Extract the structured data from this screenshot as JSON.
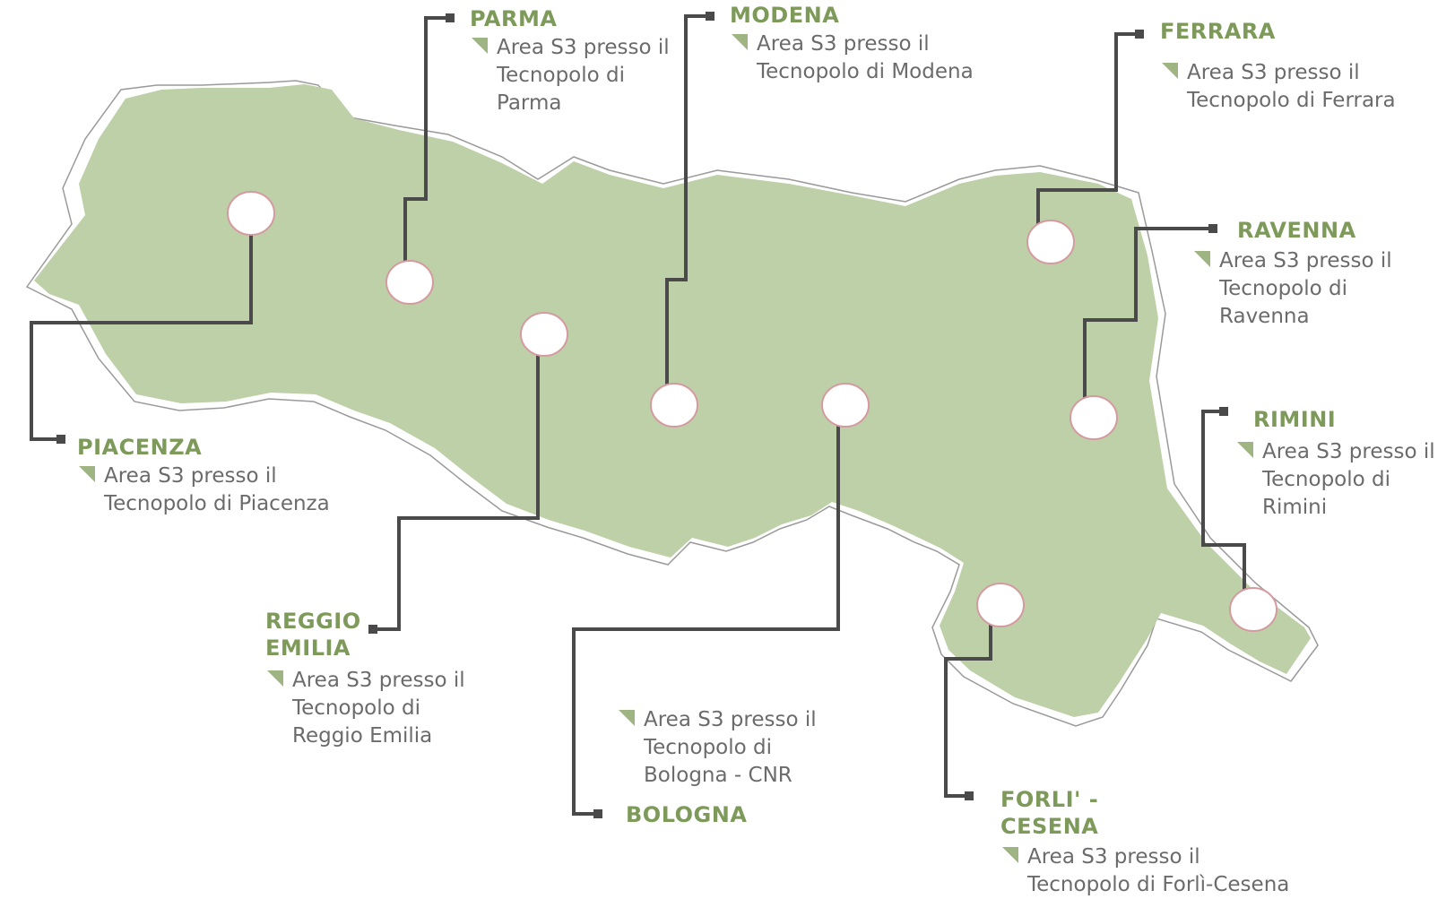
{
  "colors": {
    "region_fill": "#bdd0a8",
    "region_outline": "#9a9a9a",
    "connector": "#4a4a4a",
    "marker_ring": "#d59aa0",
    "city_text": "#7e9a5a",
    "desc_text": "#6b6b6b"
  },
  "locations": [
    {
      "id": "piacenza",
      "city": "PIACENZA",
      "description": "Area S3 presso il\nTecnopolo di Piacenza"
    },
    {
      "id": "parma",
      "city": "PARMA",
      "description": "Area S3 presso il\nTecnopolo di\nParma"
    },
    {
      "id": "reggio-emilia",
      "city": "REGGIO\nEMILIA",
      "description": "Area S3 presso il\nTecnopolo di\nReggio Emilia"
    },
    {
      "id": "modena",
      "city": "MODENA",
      "description": "Area S3 presso il\nTecnopolo di Modena"
    },
    {
      "id": "bologna",
      "city": "BOLOGNA",
      "description": "Area S3 presso il\nTecnopolo di\nBologna - CNR"
    },
    {
      "id": "ferrara",
      "city": "FERRARA",
      "description": "Area S3 presso il\nTecnopolo di Ferrara"
    },
    {
      "id": "ravenna",
      "city": "RAVENNA",
      "description": "Area S3 presso il\nTecnopolo di\nRavenna"
    },
    {
      "id": "rimini",
      "city": "RIMINI",
      "description": "Area S3 presso il\nTecnopolo di\nRimini"
    },
    {
      "id": "forli-cesena",
      "city": "FORLI' -\nCESENA",
      "description": "Area S3 presso il\nTecnopolo di Forlì-Cesena"
    }
  ]
}
